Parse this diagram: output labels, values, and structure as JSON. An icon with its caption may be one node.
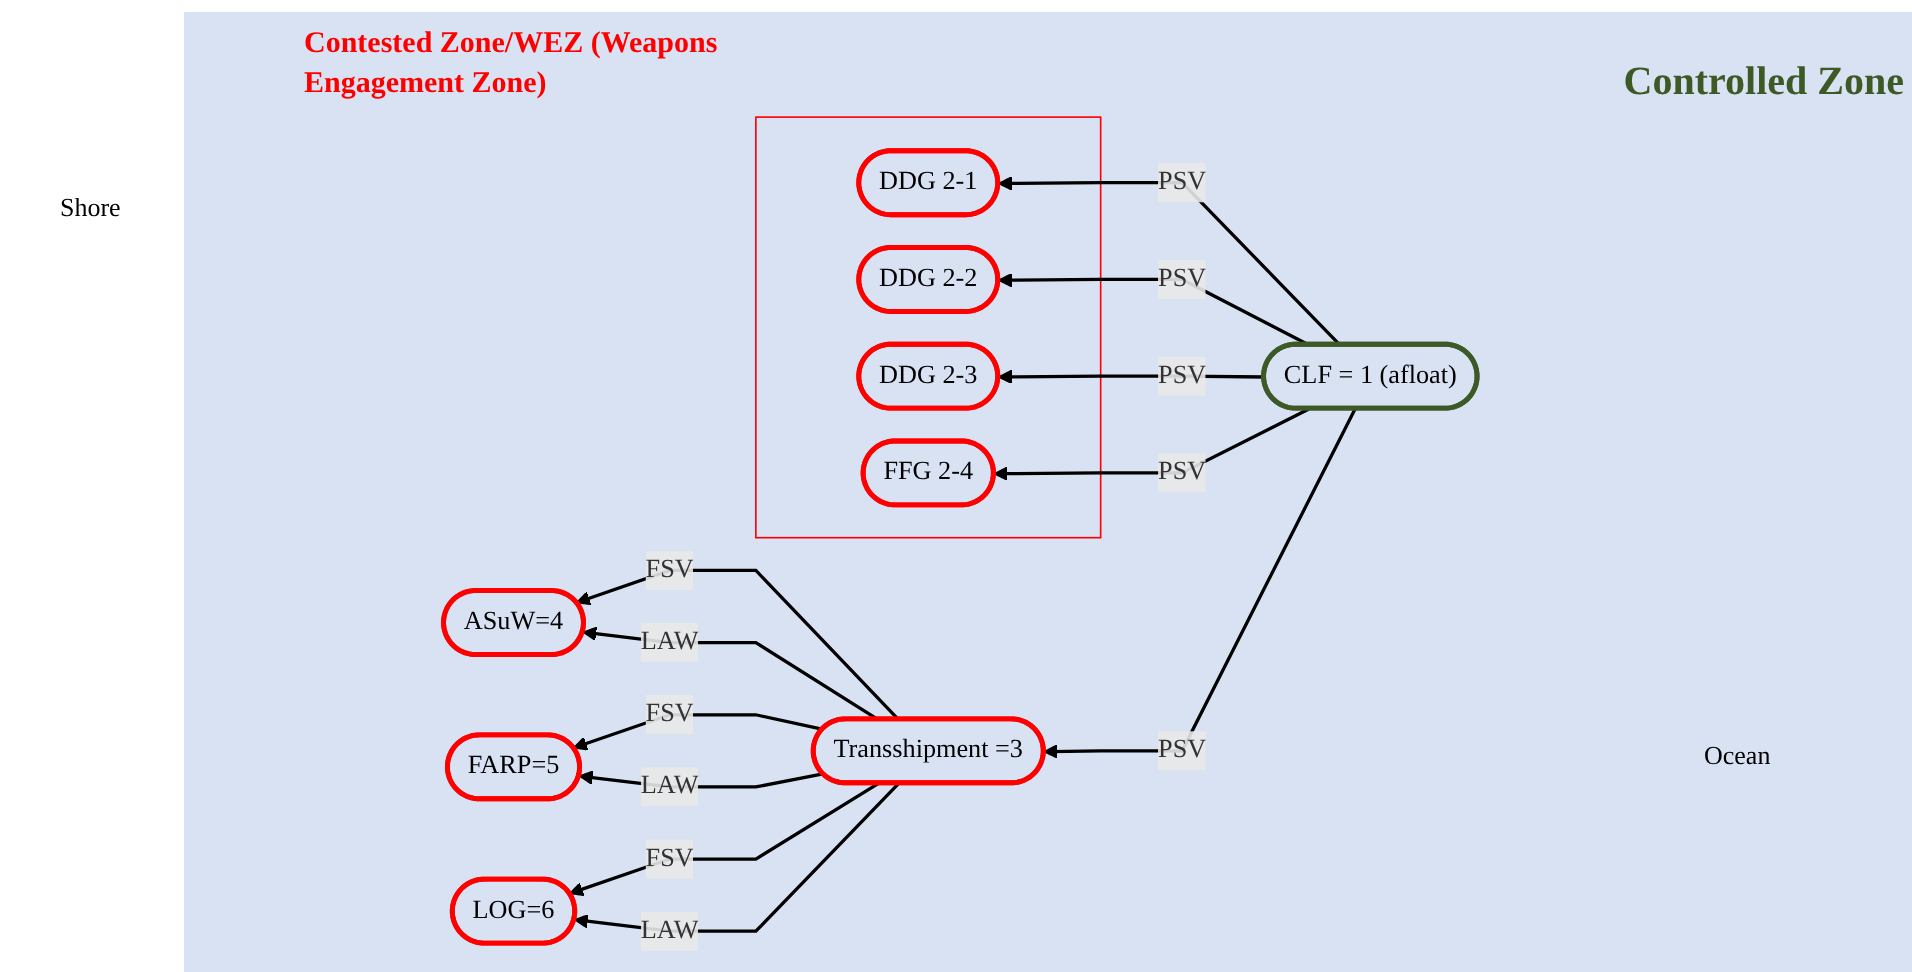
{
  "diagram": {
    "nodes": [
      {
        "text": [],
        "shape": "box"
      },
      {
        "text": [
          "DDG 2-1"
        ],
        "in": 0
      },
      {
        "text": [
          "DDG 2-2"
        ],
        "in": 0
      },
      {
        "text": [
          "DDG 2-3"
        ],
        "in": 0
      },
      {
        "text": [
          "FFG 2-4"
        ],
        "in": 0
      },
      {
        "text": [
          "ASuW=4"
        ]
      },
      {
        "text": [
          "FARP=5"
        ]
      },
      {
        "text": [
          "LOG=6"
        ]
      },
      {
        "text": [
          "Transshipment =3"
        ]
      },
      {
        "text": [
          "CLF = 1 (afloat)"
        ]
      }
    ],
    "edges": [
      {
        "from": 9,
        "to": 1,
        "arrow": "to",
        "label": "PSV"
      },
      {
        "from": 9,
        "to": 2,
        "arrow": "to",
        "label": "PSV"
      },
      {
        "from": 9,
        "to": 3,
        "arrow": "to",
        "label": "PSV"
      },
      {
        "from": 9,
        "to": 4,
        "arrow": "to",
        "label": "PSV"
      },
      {
        "from": 9,
        "to": 8,
        "arrow": "to",
        "label": "PSV"
      },
      {
        "from": 8,
        "to": 5,
        "arrow": "to",
        "label": "FSV"
      },
      {
        "from": 8,
        "to": 5,
        "arrow": "to",
        "label": "LAW"
      },
      {
        "from": 8,
        "to": 6,
        "arrow": "to",
        "label": "FSV"
      },
      {
        "from": 8,
        "to": 6,
        "arrow": "to",
        "label": "LAW"
      },
      {
        "from": 8,
        "to": 7,
        "arrow": "to",
        "label": "FSV"
      },
      {
        "from": 8,
        "to": 7,
        "arrow": "to",
        "label": "LAW"
      }
    ],
    "labels": [
      "Contested Zone/WEZ (Weapons Engagement Zone)",
      "Controlled Zone",
      "Shore",
      "Ocean"
    ]
  }
}
